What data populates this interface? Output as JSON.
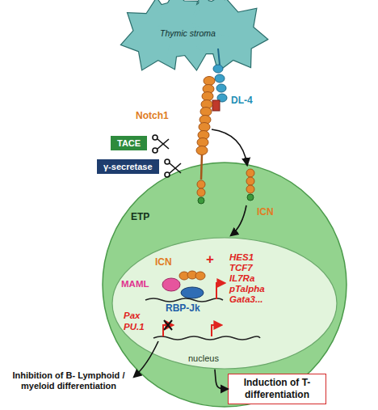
{
  "diagram": {
    "nodes": [
      {
        "text": [
          "Thymic stroma"
        ]
      },
      {
        "text": [
          "TACE"
        ]
      },
      {
        "text": [
          "γ-secretase"
        ]
      },
      {
        "text": [
          "ETP"
        ]
      },
      {
        "text": [
          "nucleus"
        ],
        "in": 3
      },
      {
        "text": [
          "Induction of T- differentiation"
        ]
      }
    ],
    "edges": [
      {
        "from": 4,
        "to": 5,
        "arrow": "to"
      }
    ],
    "labels": [
      "DL-4",
      "Notch1",
      "ICN",
      "ICN",
      "MAML",
      "RBP-Jk",
      "+",
      "HES1",
      "TCF7",
      "IL7Ra",
      "pTalpha",
      "Gata3...",
      "Pax",
      "PU.1",
      "Inhibition of B- Lymphoid / myeloid differentiation"
    ]
  }
}
